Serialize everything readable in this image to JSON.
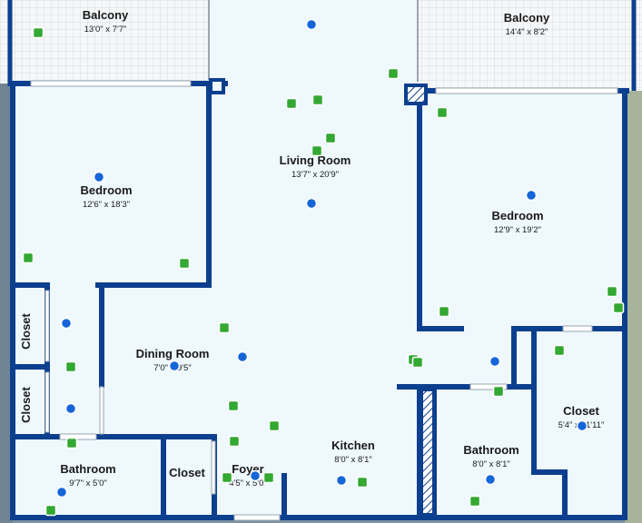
{
  "colors": {
    "wall": "#0d3f8f",
    "floor": "#eef8fd",
    "balcony_tile": "#d8dde2",
    "blue_marker": "#1565d8",
    "green_marker": "#33a832",
    "outside_left": "#6f8593",
    "outside_right": "#a7b49b",
    "label": "#1a1a1a"
  },
  "rooms": [
    {
      "id": "balcony-left",
      "name": "Balcony",
      "dims": "13'0\" x 7'7\""
    },
    {
      "id": "balcony-right",
      "name": "Balcony",
      "dims": "14'4\" x 8'2\""
    },
    {
      "id": "living-room",
      "name": "Living Room",
      "dims": "13'7\" x 20'9\""
    },
    {
      "id": "bedroom-left",
      "name": "Bedroom",
      "dims": "12'6\" x 18'3\""
    },
    {
      "id": "bedroom-right",
      "name": "Bedroom",
      "dims": "12'9\" x 19'2\""
    },
    {
      "id": "closet-1",
      "name": "Closet",
      "dims": ""
    },
    {
      "id": "closet-2",
      "name": "Closet",
      "dims": ""
    },
    {
      "id": "dining-room",
      "name": "Dining Room",
      "dims": "7'0\" x 9'5\""
    },
    {
      "id": "closet-right",
      "name": "Closet",
      "dims": "5'4\" x 11'11\""
    },
    {
      "id": "kitchen",
      "name": "Kitchen",
      "dims": "8'0\" x 8'1\""
    },
    {
      "id": "bathroom-right",
      "name": "Bathroom",
      "dims": "8'0\" x 8'1\""
    },
    {
      "id": "bathroom-left",
      "name": "Bathroom",
      "dims": "9'7\" x 5'0\""
    },
    {
      "id": "closet-small",
      "name": "Closet",
      "dims": ""
    },
    {
      "id": "foyer",
      "name": "Foyer",
      "dims": "4'5\" x 5'0\""
    }
  ]
}
